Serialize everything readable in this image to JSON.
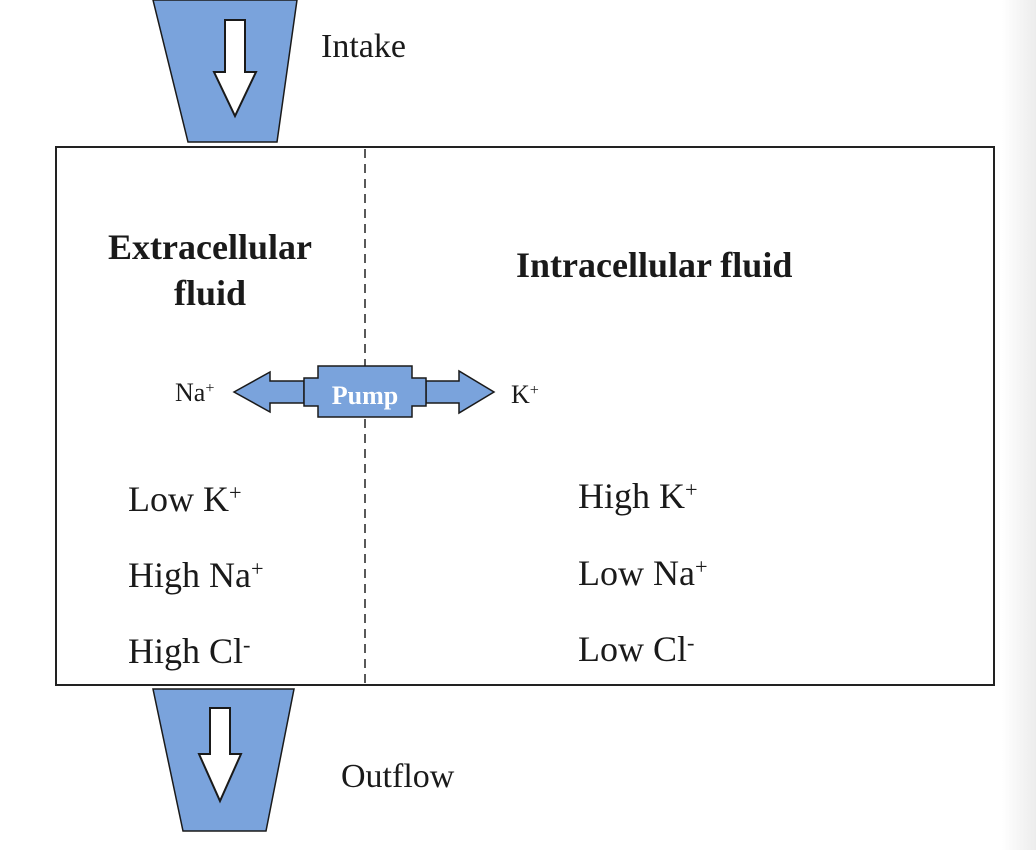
{
  "flows": {
    "intake_label": "Intake",
    "outflow_label": "Outflow"
  },
  "compartments": {
    "extracellular": {
      "title_line1": "Extracellular",
      "title_line2": "fluid",
      "concentrations": [
        {
          "level": "Low",
          "ion": "K",
          "charge": "+"
        },
        {
          "level": "High",
          "ion": "Na",
          "charge": "+"
        },
        {
          "level": "High",
          "ion": "Cl",
          "charge": "-"
        }
      ]
    },
    "intracellular": {
      "title": "Intracellular fluid",
      "concentrations": [
        {
          "level": "High",
          "ion": "K",
          "charge": "+"
        },
        {
          "level": "Low",
          "ion": "Na",
          "charge": "+"
        },
        {
          "level": "Low",
          "ion": "Cl",
          "charge": "-"
        }
      ]
    }
  },
  "pump": {
    "label": "Pump",
    "left_ion": {
      "ion": "Na",
      "charge": "+"
    },
    "right_ion": {
      "ion": "K",
      "charge": "+"
    }
  },
  "colors": {
    "funnel_fill": "#7aa3dc",
    "outline": "#1a1a1a",
    "box_border": "#222222"
  }
}
